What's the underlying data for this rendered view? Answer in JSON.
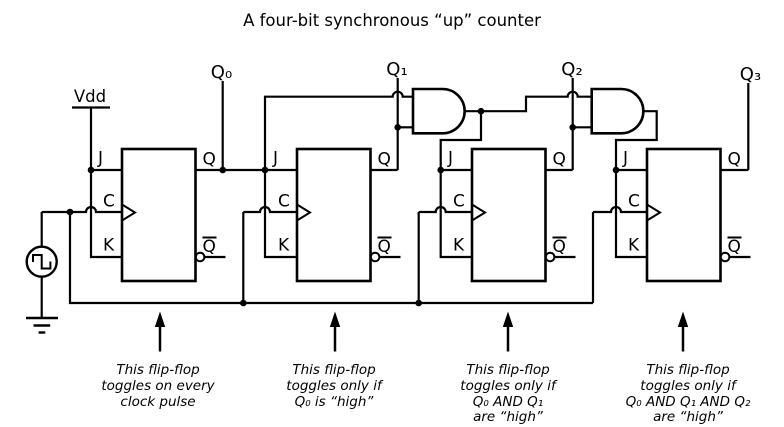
{
  "title": "A four-bit synchronous “up” counter",
  "colors": {
    "line": "#000000",
    "background": "#ffffff",
    "text": "#000000"
  },
  "power": {
    "label": "Vdd"
  },
  "outputs": [
    "Q₀",
    "Q₁",
    "Q₂",
    "Q₃"
  ],
  "port_labels": {
    "j": "J",
    "clock": "C",
    "k": "K",
    "q": "Q",
    "q_bar": "Q"
  },
  "icons": {
    "clock_source": "square-wave-icon",
    "ground": "ground-icon",
    "and_gate": "and-gate-shape",
    "annotation_arrow": "up-arrow-icon"
  },
  "captions": [
    {
      "lines": [
        "This flip-flop",
        "toggles on every",
        "clock pulse"
      ]
    },
    {
      "lines": [
        "This flip-flop",
        "toggles only if",
        "Q₀ is “high”"
      ]
    },
    {
      "lines": [
        "This flip-flop",
        "toggles only if",
        "Q₀ AND Q₁",
        "are “high”"
      ]
    },
    {
      "lines": [
        "This flip-flop",
        "toggles only if",
        "Q₀ AND Q₁ AND Q₂",
        "are “high”"
      ]
    }
  ]
}
